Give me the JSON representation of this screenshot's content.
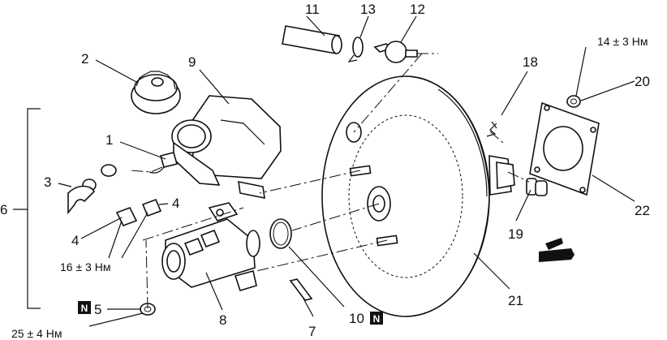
{
  "callouts": {
    "c1": "1",
    "c2": "2",
    "c3": "3",
    "c4a": "4",
    "c4b": "4",
    "c5": "5",
    "c6": "6",
    "c7": "7",
    "c8": "8",
    "c9": "9",
    "c10": "10",
    "c11": "11",
    "c12": "12",
    "c13": "13",
    "c18": "18",
    "c19": "19",
    "c20": "20",
    "c21": "21",
    "c22": "22"
  },
  "torques": {
    "t16": "16 ± 3 Нм",
    "t25": "25 ± 4 Нм",
    "t14": "14 ± 3 Нм"
  },
  "new_part_marker": "N"
}
